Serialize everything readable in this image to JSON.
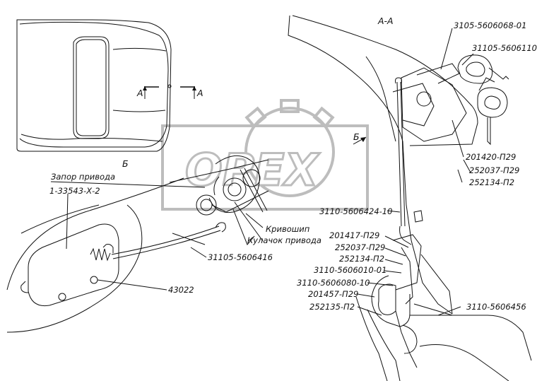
{
  "views": {
    "section_title": "А-А",
    "arrow_b": "Б",
    "top_view_b": "Б",
    "section_mark_left": "А",
    "section_mark_right": "А"
  },
  "watermark": {
    "text": "OPEX"
  },
  "labels": {
    "l1": "3105-5606068-01",
    "l2": "31105-5606110",
    "l3": "201420-П29",
    "l4": "252037-П29",
    "l5": "252134-П2",
    "l6": "3110-5606424-10",
    "l7": "Запор привода",
    "l8": "1-33543-Х-2",
    "l9": "Кривошип",
    "l10": "Кулачок привода",
    "l11": "31105-5606416",
    "l12": "201417-П29",
    "l13": "252037-П29",
    "l14": "252134-П2",
    "l15": "3110-5606010-01",
    "l16": "3110-5606080-10",
    "l17": "201457-П29",
    "l18": "252135-П2",
    "l19": "3110-5606456",
    "l20": "43022"
  }
}
